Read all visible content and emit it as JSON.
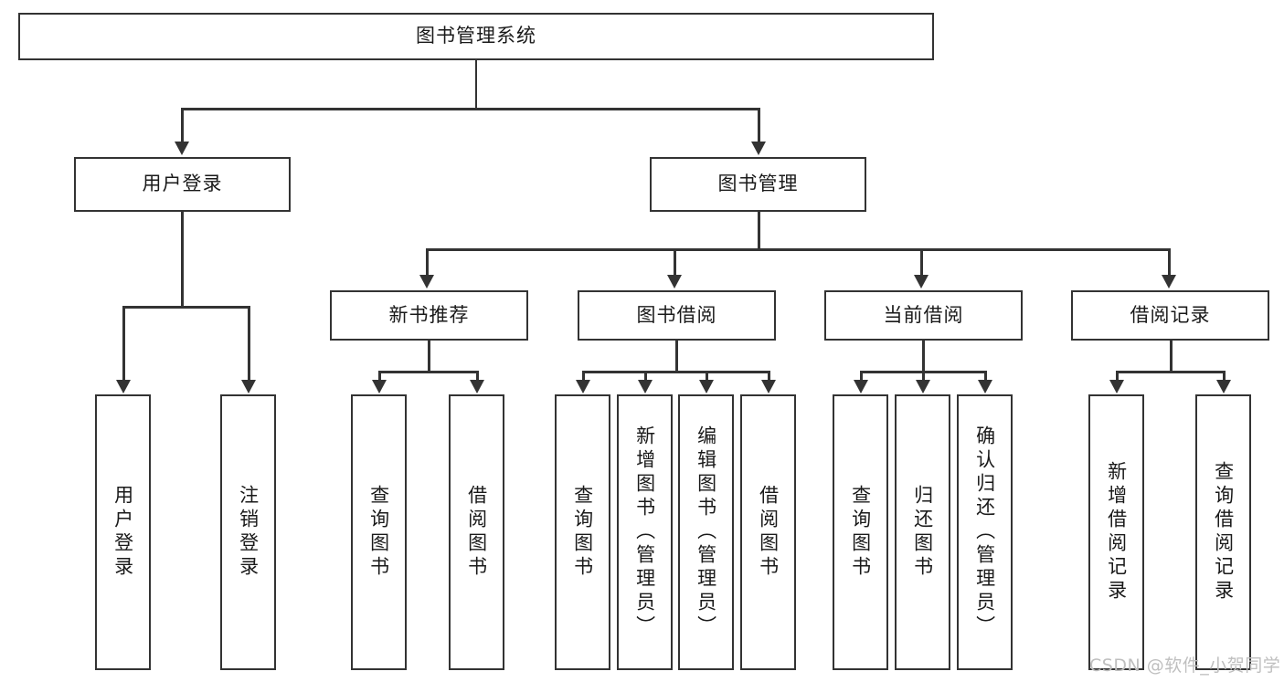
{
  "diagram": {
    "title": "图书管理系统",
    "type": "tree",
    "root": {
      "label": "图书管理系统",
      "orientation": "horizontal"
    },
    "level2": [
      {
        "label": "用户登录",
        "orientation": "horizontal"
      },
      {
        "label": "图书管理",
        "orientation": "horizontal"
      }
    ],
    "level3": [
      {
        "label": "新书推荐",
        "orientation": "horizontal"
      },
      {
        "label": "图书借阅",
        "orientation": "horizontal"
      },
      {
        "label": "当前借阅",
        "orientation": "horizontal"
      },
      {
        "label": "借阅记录",
        "orientation": "horizontal"
      }
    ],
    "leaves": {
      "user_login": [
        {
          "label": "用户登录",
          "orientation": "vertical"
        },
        {
          "label": "注销登录",
          "orientation": "vertical"
        }
      ],
      "new_book": [
        {
          "label": "查询图书",
          "orientation": "vertical"
        },
        {
          "label": "借阅图书",
          "orientation": "vertical"
        }
      ],
      "borrow_book": [
        {
          "label": "查询图书",
          "orientation": "vertical"
        },
        {
          "label": "新增图书（管理员）",
          "orientation": "vertical"
        },
        {
          "label": "编辑图书（管理员）",
          "orientation": "vertical"
        },
        {
          "label": "借阅图书",
          "orientation": "vertical"
        }
      ],
      "current_borrow": [
        {
          "label": "查询图书",
          "orientation": "vertical"
        },
        {
          "label": "归还图书",
          "orientation": "vertical"
        },
        {
          "label": "确认归还（管理员）",
          "orientation": "vertical"
        }
      ],
      "borrow_record": [
        {
          "label": "新增借阅记录",
          "orientation": "vertical"
        },
        {
          "label": "查询借阅记录",
          "orientation": "vertical"
        }
      ]
    },
    "watermark": "CSDN @软件_小贺同学",
    "colors": {
      "stroke": "#333333",
      "fill": "#ffffff",
      "text": "#1a1a1a",
      "watermark": "#bfbfbf"
    }
  }
}
